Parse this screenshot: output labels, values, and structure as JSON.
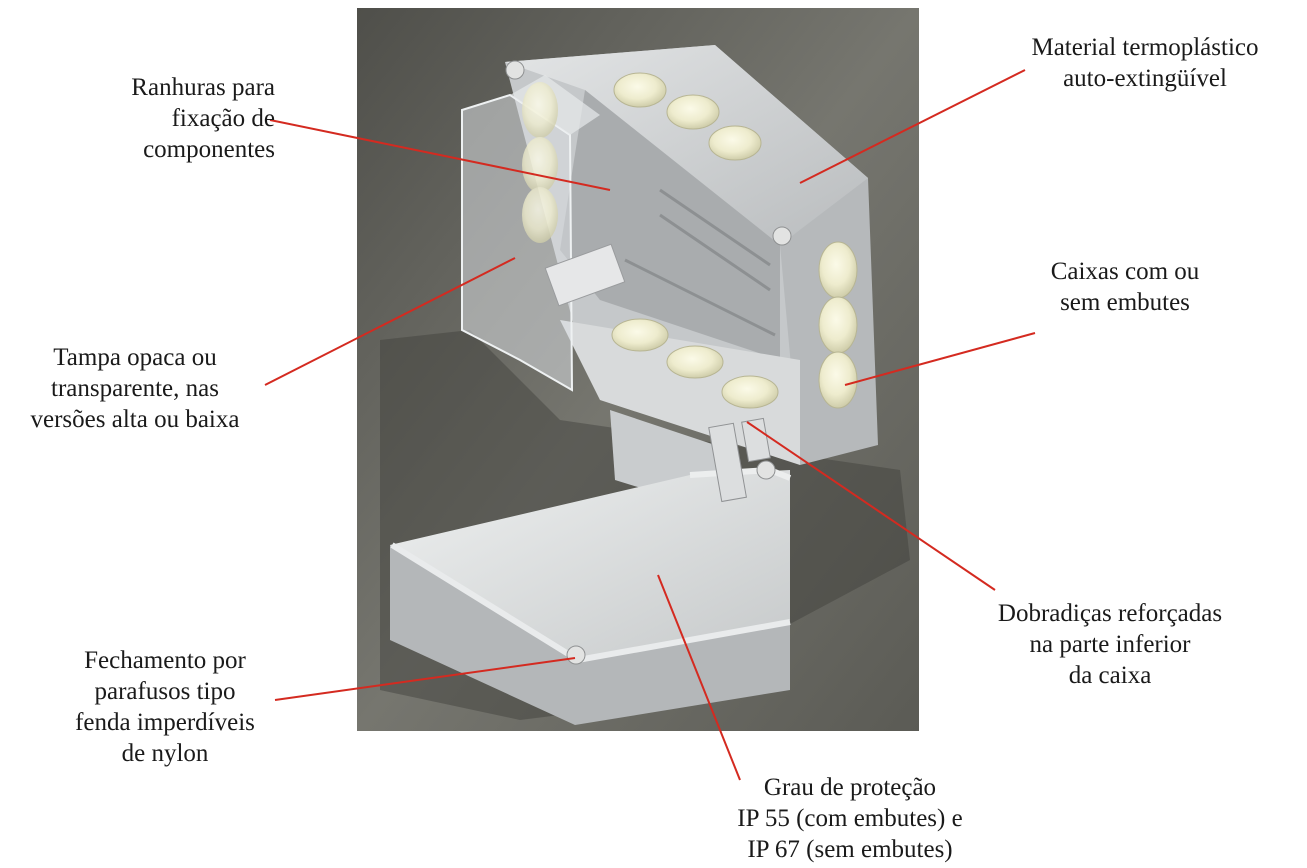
{
  "colors": {
    "leader": "#d42a20",
    "background_photo": "#6f6f6a",
    "box_body": "#cfd2d3",
    "knockout": "#eeeccf"
  },
  "labels": {
    "ranhuras": [
      "Ranhuras para",
      "fixação de",
      "componentes"
    ],
    "material": [
      "Material termoplástico",
      "auto-extingüível"
    ],
    "caixas": [
      "Caixas com ou",
      "sem embutes"
    ],
    "tampa": [
      "Tampa opaca ou",
      "transparente, nas",
      "versões alta ou baixa"
    ],
    "dobradicas": [
      "Dobradiças reforçadas",
      "na parte inferior",
      "da caixa"
    ],
    "fechamento": [
      "Fechamento por",
      "parafusos tipo",
      "fenda imperdíveis",
      "de nylon"
    ],
    "grau": [
      "Grau de proteção",
      "IP 55 (com embutes) e",
      "IP 67 (sem embutes)"
    ]
  }
}
